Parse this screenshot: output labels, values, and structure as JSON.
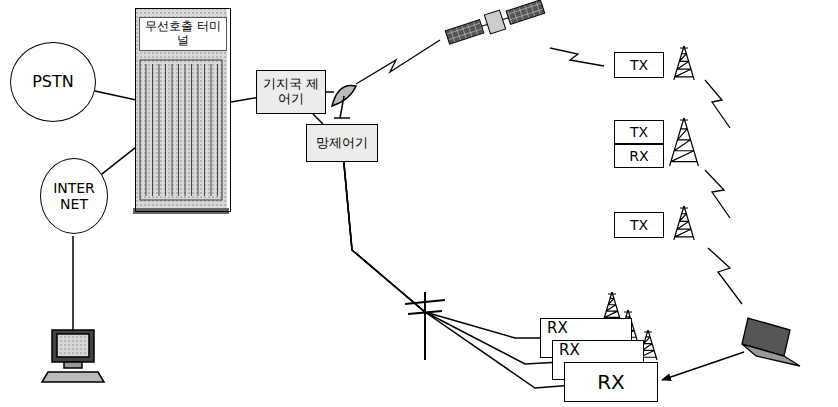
{
  "diagram": {
    "nodes": [
      {
        "text": [
          "PSTN"
        ]
      },
      {
        "text": [
          "무선호출 터미널"
        ]
      },
      {
        "text": [
          "INTER NET"
        ]
      },
      {
        "text": [
          "기지국 제어기"
        ]
      },
      {
        "text": [
          "망제어기"
        ]
      },
      {
        "text": [
          "TX"
        ]
      },
      {
        "text": [
          "TX"
        ]
      },
      {
        "text": [
          "RX"
        ]
      },
      {
        "text": [
          "TX"
        ]
      },
      {
        "text": [
          "RX"
        ]
      },
      {
        "text": [
          "RX"
        ]
      },
      {
        "text": [
          "RX"
        ]
      }
    ],
    "edges": [
      {
        "from": 0,
        "to": 1,
        "arrow": "none"
      },
      {
        "from": 2,
        "to": 1,
        "arrow": "none"
      },
      {
        "from": 1,
        "to": 3,
        "arrow": "none"
      },
      {
        "from": 3,
        "to": 4,
        "arrow": "none"
      },
      {
        "from": 4,
        "to": 9,
        "arrow": "none"
      },
      {
        "from": 4,
        "to": 10,
        "arrow": "none"
      },
      {
        "from": 4,
        "to": 11,
        "arrow": "none"
      }
    ]
  }
}
